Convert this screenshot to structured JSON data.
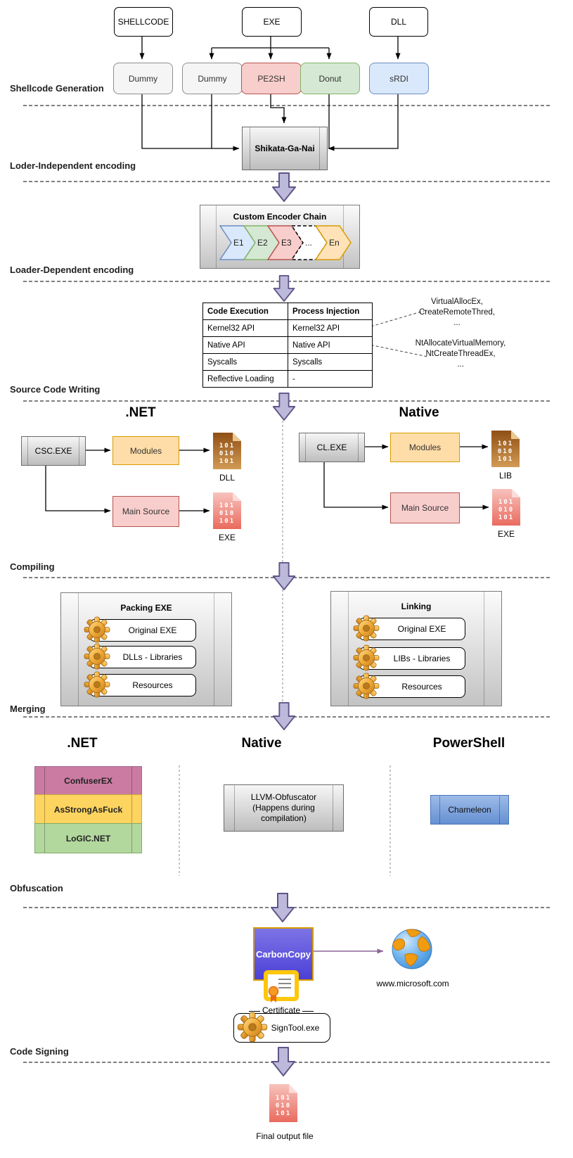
{
  "stages": [
    {
      "label": "Shellcode Generation"
    },
    {
      "label": "Loder-Independent encoding"
    },
    {
      "label": "Loader-Dependent encoding"
    },
    {
      "label": "Source Code Writing"
    },
    {
      "label": "Compiling"
    },
    {
      "label": "Merging"
    },
    {
      "label": "Obfuscation"
    },
    {
      "label": "Code Signing"
    }
  ],
  "shellcode": {
    "sources": [
      {
        "label": "SHELLCODE"
      },
      {
        "label": "EXE"
      },
      {
        "label": "DLL"
      }
    ],
    "generators": [
      {
        "label": "Dummy"
      },
      {
        "label": "Dummy"
      },
      {
        "label": "PE2SH"
      },
      {
        "label": "Donut"
      },
      {
        "label": "sRDI"
      }
    ],
    "encoder": "Shikata-Ga-Nai"
  },
  "encoder_chain": {
    "title": "Custom Encoder Chain",
    "steps": [
      "E1",
      "E2",
      "E3",
      "...",
      "En"
    ]
  },
  "api_table": {
    "headers": [
      "Code Execution",
      "Process Injection"
    ],
    "rows": [
      [
        "Kernel32 API",
        "Kernel32 API"
      ],
      [
        "Native API",
        "Native API"
      ],
      [
        "Syscalls",
        "Syscalls"
      ],
      [
        "Reflective Loading",
        "-"
      ]
    ]
  },
  "annotations": {
    "kernel32": [
      "VirtualAllocEx,",
      "CreateRemoteThred,",
      "..."
    ],
    "native": [
      "NtAllocateVirtualMemory,",
      "NtCreateThreadEx,",
      "..."
    ]
  },
  "file_bits": [
    "101",
    "010",
    "101"
  ],
  "source_dotnet": {
    "heading": ".NET",
    "compiler": "CSC.EXE",
    "modules": "Modules",
    "modules_output": "DLL",
    "main": "Main Source",
    "main_output": "EXE"
  },
  "source_native": {
    "heading": "Native",
    "compiler": "CL.EXE",
    "modules": "Modules",
    "modules_output": "LIB",
    "main": "Main Source",
    "main_output": "EXE"
  },
  "compiling": {
    "packing": {
      "title": "Packing EXE",
      "items": [
        "Original EXE",
        "DLLs - Libraries",
        "Resources"
      ]
    },
    "linking": {
      "title": "Linking",
      "items": [
        "Original EXE",
        "LIBs - Libraries",
        "Resources"
      ]
    }
  },
  "obfuscation": {
    "dotnet": {
      "heading": ".NET",
      "tools": [
        "ConfuserEX",
        "AsStrongAsFuck",
        "LoGIC.NET"
      ]
    },
    "native": {
      "heading": "Native",
      "tool_lines": [
        "LLVM-Obfuscator",
        "(Happens during",
        "compilation)"
      ]
    },
    "powershell": {
      "heading": "PowerShell",
      "tool": "Chameleon"
    }
  },
  "signing": {
    "tool": "CarbonCopy",
    "target": "www.microsoft.com",
    "certificate_label": "Certificate",
    "signer": "SignTool.exe"
  },
  "output": {
    "label": "Final output file"
  },
  "colors": {
    "pink_node": "#f8cecc",
    "green_node": "#d5e8d4",
    "blue_node": "#dae8fc",
    "orange_node": "#ffdda8",
    "gray_node": "#f5f5f5",
    "block_arrow_fill": "#bdb9da",
    "block_arrow_stroke": "#5f5589",
    "carboncopy_fill": "#5b50dd",
    "carboncopy_border": "#d79b00",
    "confuserex": "#cb7ba1",
    "asstrongasfuck": "#fdd45f",
    "logicnet": "#b2d89e",
    "chameleon": "#7da7e0",
    "file_brown": "#a05a1d",
    "file_pink": "#ec7468",
    "gear_gold": "#e8a52e",
    "certificate_gold": "#fdc70c"
  }
}
